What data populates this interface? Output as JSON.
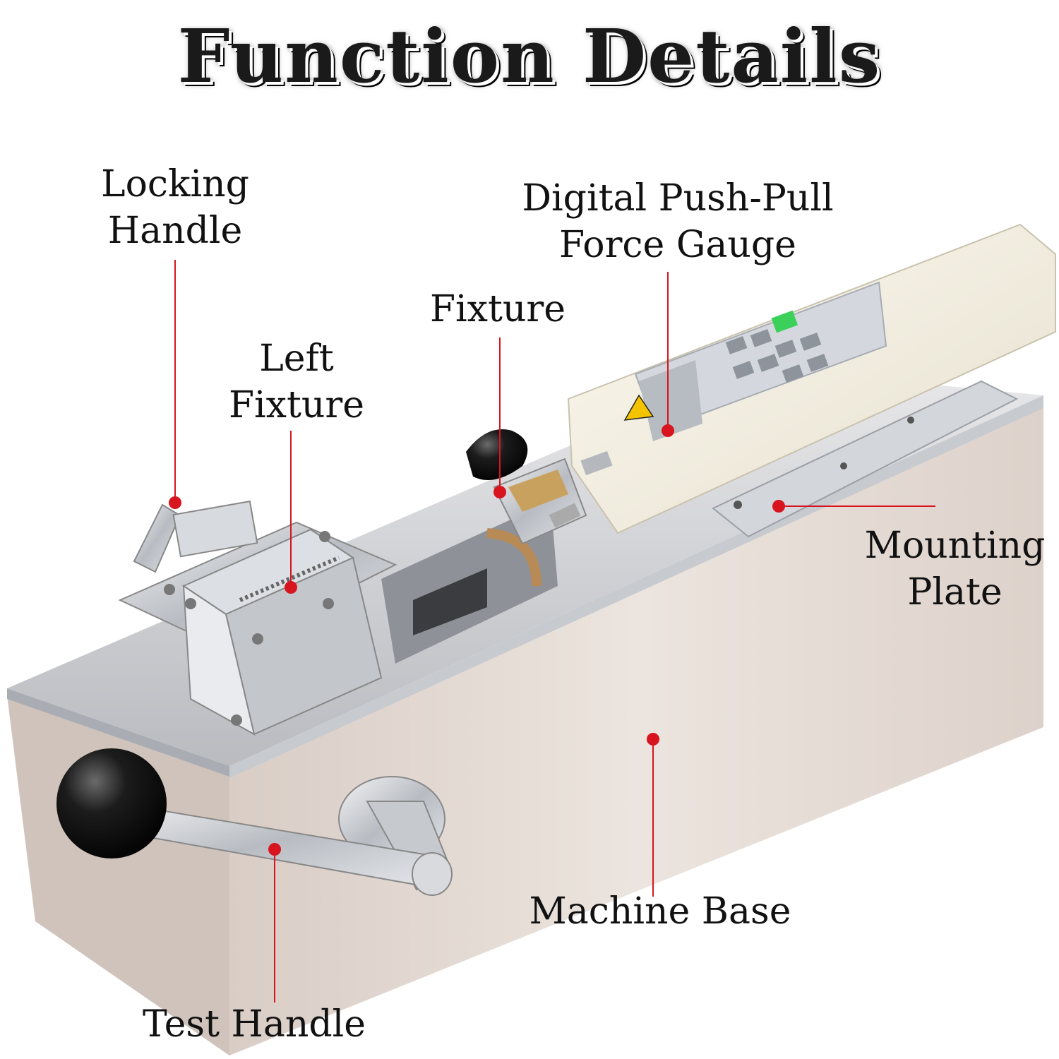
{
  "title": "Function Details",
  "labels": {
    "locking_handle": [
      "Locking",
      "Handle"
    ],
    "left_fixture": [
      "Left",
      "Fixture"
    ],
    "fixture": [
      "Fixture"
    ],
    "force_gauge": [
      "Digital Push-Pull",
      "Force Gauge"
    ],
    "mounting_plate": [
      "Mounting",
      "Plate"
    ],
    "machine_base": [
      "Machine Base"
    ],
    "test_handle": [
      "Test Handle"
    ]
  },
  "colors": {
    "callout": "#d8141f",
    "base_body": "#e6dcd6",
    "gauge_body": "#f3efe3",
    "knob": "#151515"
  }
}
